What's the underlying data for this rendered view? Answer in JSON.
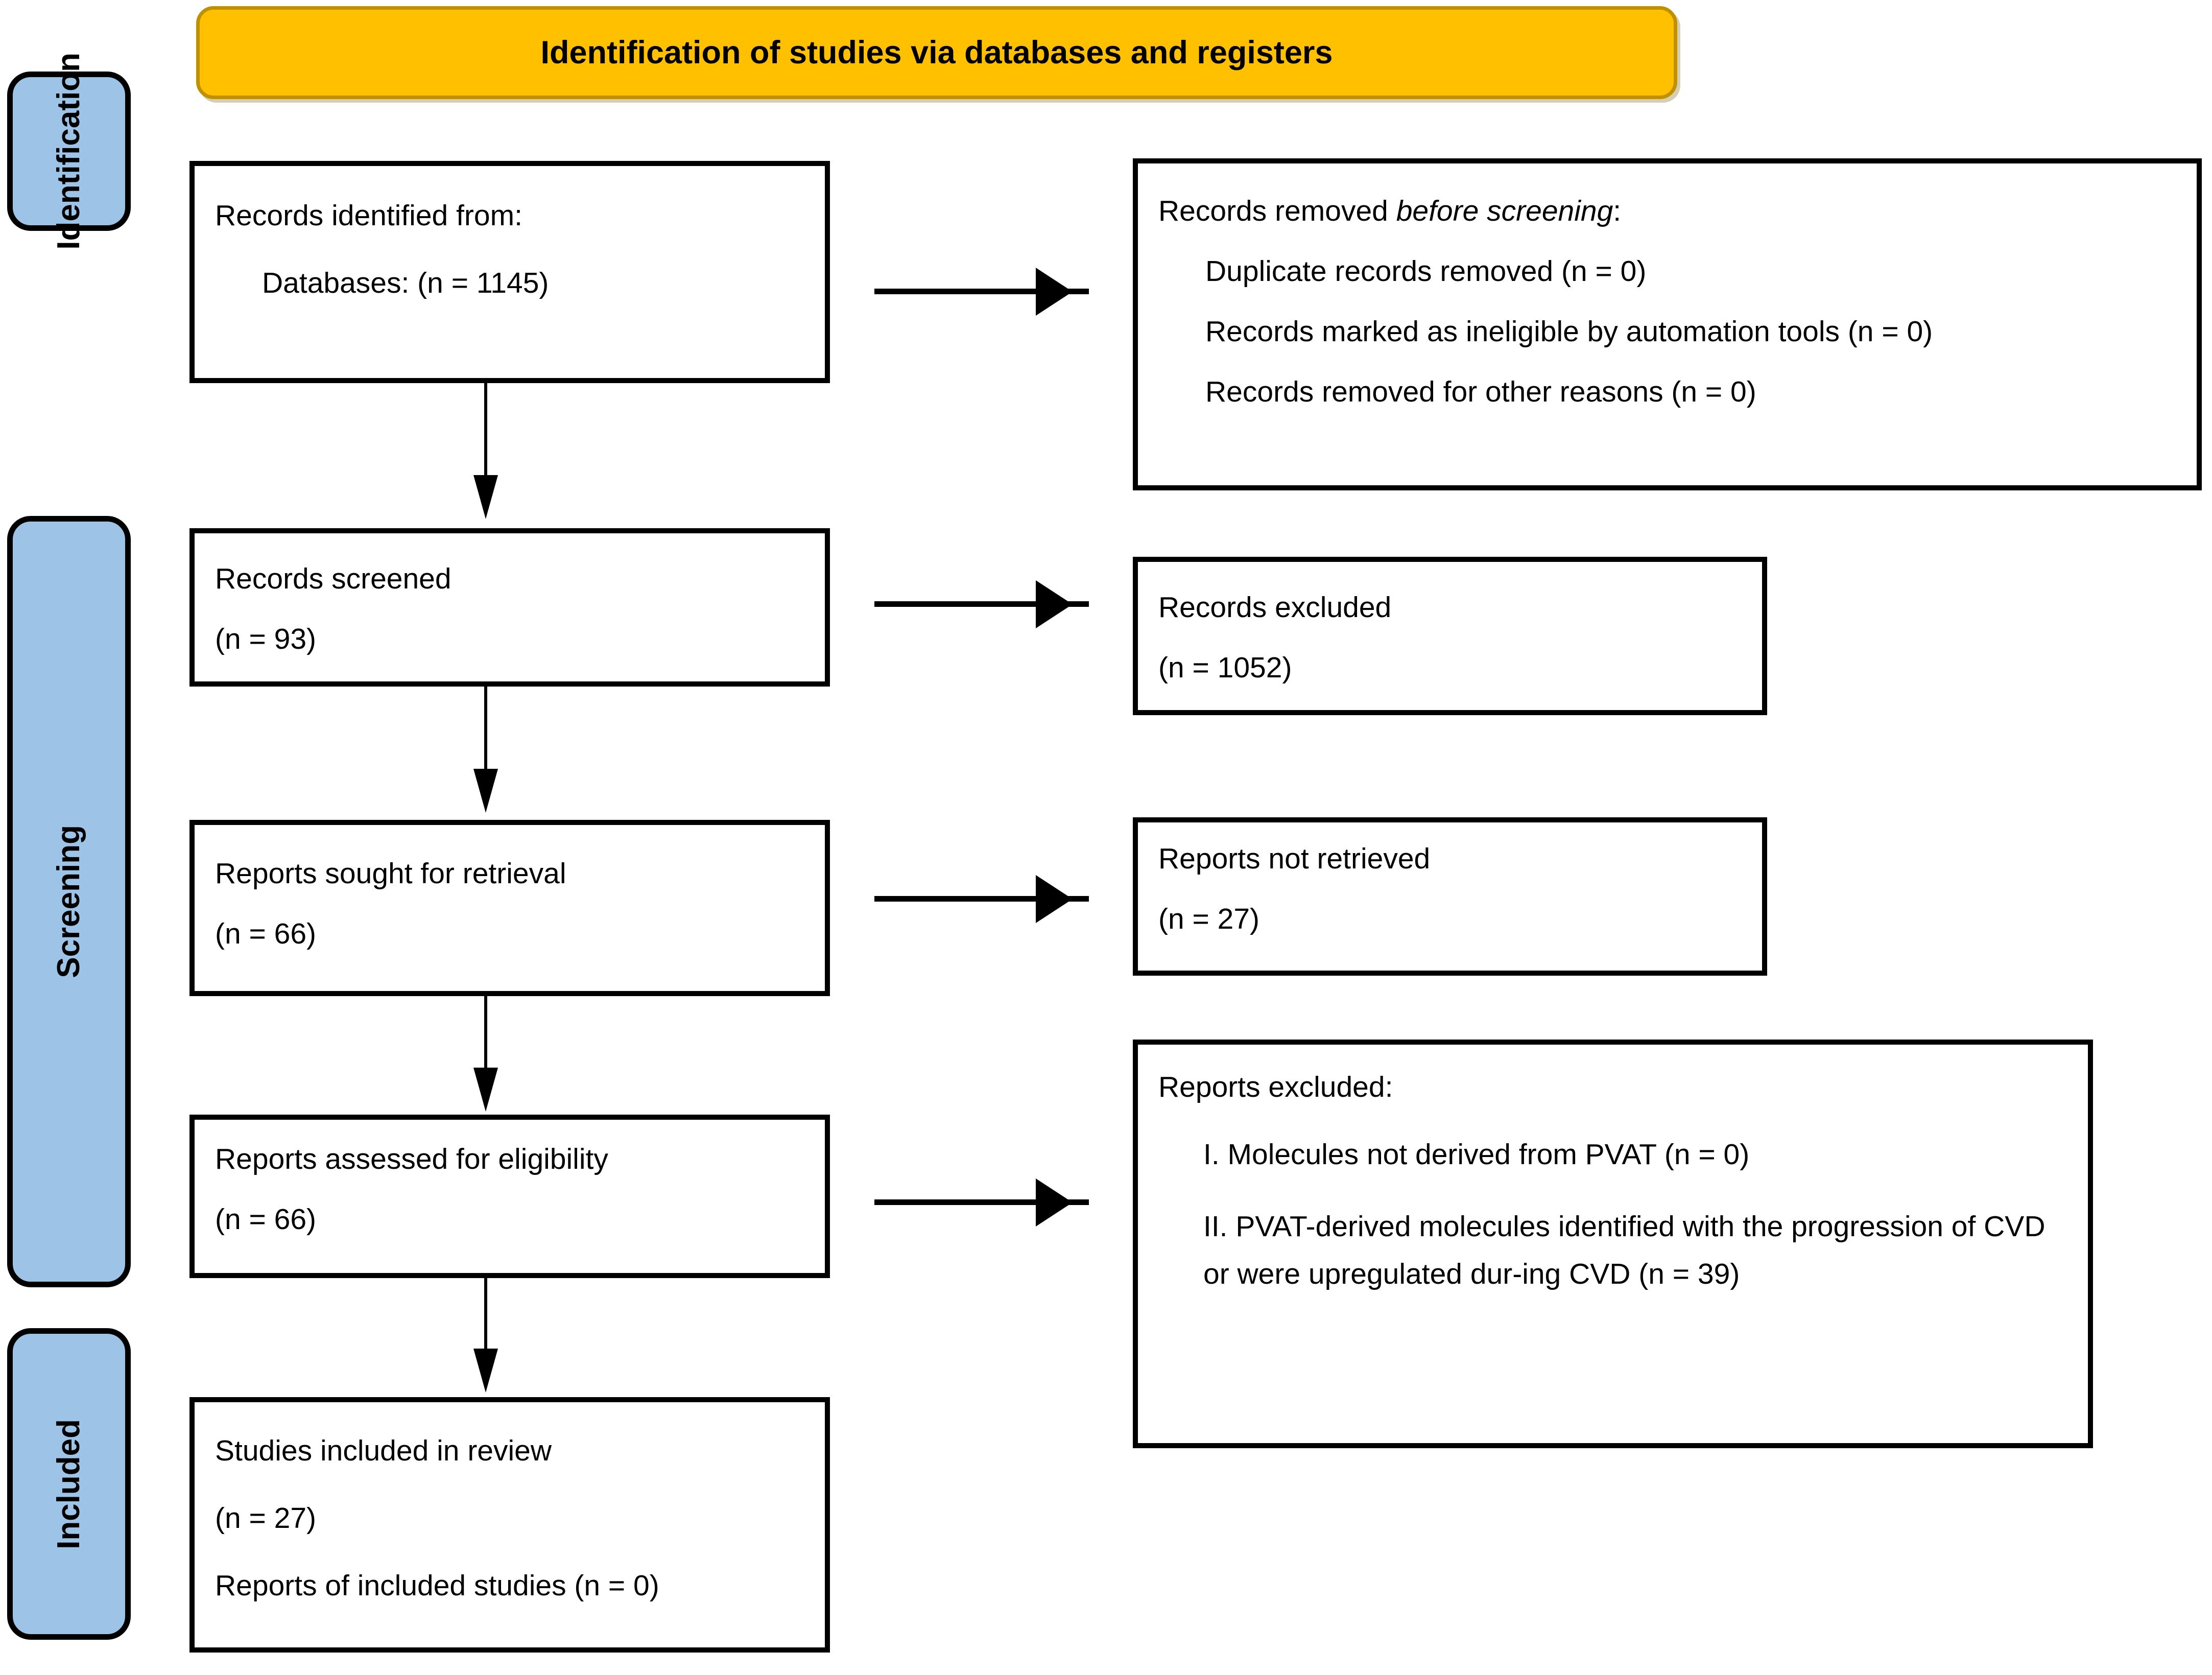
{
  "diagram": {
    "type": "PRISMA 2020 flow diagram",
    "banner": {
      "title": "Identification of studies via databases and registers",
      "fill_color": "#FFC000",
      "border_color": "#BF9000"
    },
    "stages": [
      {
        "key": "identification",
        "label": "Identification",
        "fill_color": "#9DC3E6"
      },
      {
        "key": "screening",
        "label": "Screening",
        "fill_color": "#9DC3E6"
      },
      {
        "key": "included",
        "label": "Included",
        "fill_color": "#9DC3E6"
      }
    ],
    "boxes": {
      "records_identified": {
        "line1": "Records identified from:",
        "line2": "Databases: (n = 1145)"
      },
      "records_removed": {
        "line1_prefix": "Records removed ",
        "line1_italic": "before screening",
        "line1_suffix": ":",
        "line2": "Duplicate records removed (n = 0)",
        "line3": "Records marked as ineligible by automation tools (n = 0)",
        "line4": "Records removed for other reasons (n = 0)"
      },
      "records_screened": {
        "line1": "Records screened",
        "line2": "(n = 93)"
      },
      "records_excluded": {
        "line1": "Records excluded",
        "line2": "(n = 1052)"
      },
      "reports_sought": {
        "line1": "Reports sought for retrieval",
        "line2": "(n = 66)"
      },
      "reports_not_retrieved": {
        "line1": "Reports not retrieved",
        "line2": "(n = 27)"
      },
      "reports_assessed": {
        "line1": "Reports assessed for eligibility",
        "line2": "(n = 66)"
      },
      "reports_excluded": {
        "line1": "Reports excluded:",
        "line2": "I. Molecules not derived from PVAT (n = 0)",
        "line3": "II. PVAT-derived molecules identified with the progression of CVD or were upregulated dur-ing CVD (n = 39)"
      },
      "studies_included": {
        "line1": "Studies included in review",
        "line2": "(n = 27)",
        "line3": "Reports of included studies (n = 0)"
      }
    },
    "counts": {
      "databases": 1145,
      "duplicates_removed": 0,
      "ineligible_automation": 0,
      "removed_other": 0,
      "screened": 93,
      "excluded": 1052,
      "sought_for_retrieval": 66,
      "not_retrieved": 27,
      "assessed_for_eligibility": 66,
      "excluded_molecules_not_pvat": 0,
      "excluded_pvat_progression": 39,
      "studies_included": 27,
      "reports_of_included_studies": 0
    }
  }
}
